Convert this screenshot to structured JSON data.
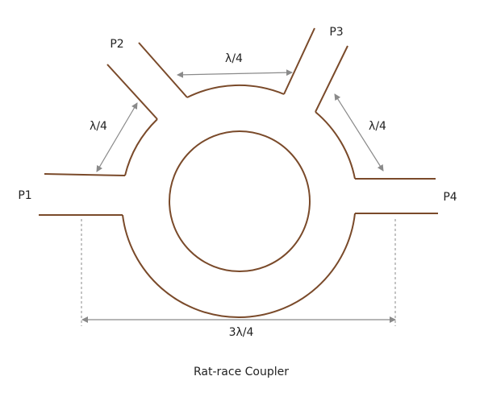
{
  "ports": {
    "p1": "P1",
    "p2": "P2",
    "p3": "P3",
    "p4": "P4"
  },
  "dimensions": {
    "left": "λ/4",
    "top": "λ/4",
    "right": "λ/4",
    "bottom": "3λ/4"
  },
  "caption": "Rat-race Coupler",
  "colors": {
    "trace": "#7a4a2a",
    "arrow": "#8a8a8a"
  }
}
